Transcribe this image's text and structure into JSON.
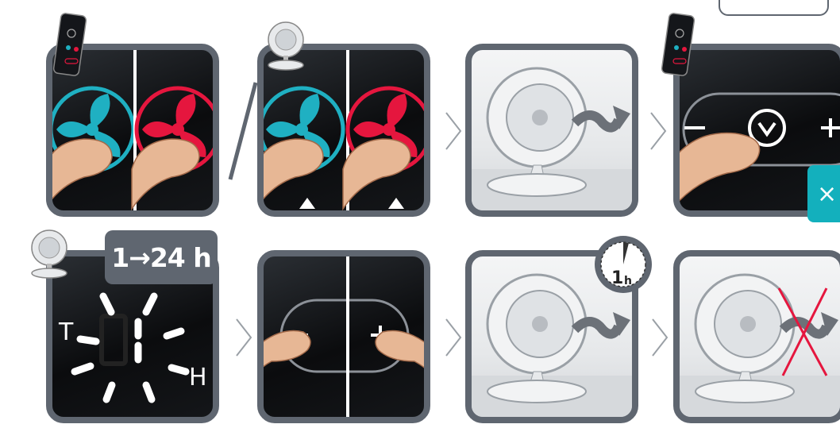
{
  "badge_text": "1→24 h",
  "display_label_t": "T",
  "display_label_h": "H",
  "timer_number": "1",
  "timer_unit": "h",
  "close_glyph": "×",
  "colors": {
    "frame": "#5f6670",
    "cyan": "#1fb0c2",
    "red": "#e5163e",
    "accent": "#13b0bd",
    "cross": "#e5163e"
  },
  "icons": [
    "remote-icon",
    "fan-icon",
    "chevron-right-icon",
    "finger-icon",
    "close-icon",
    "timer-icon"
  ]
}
